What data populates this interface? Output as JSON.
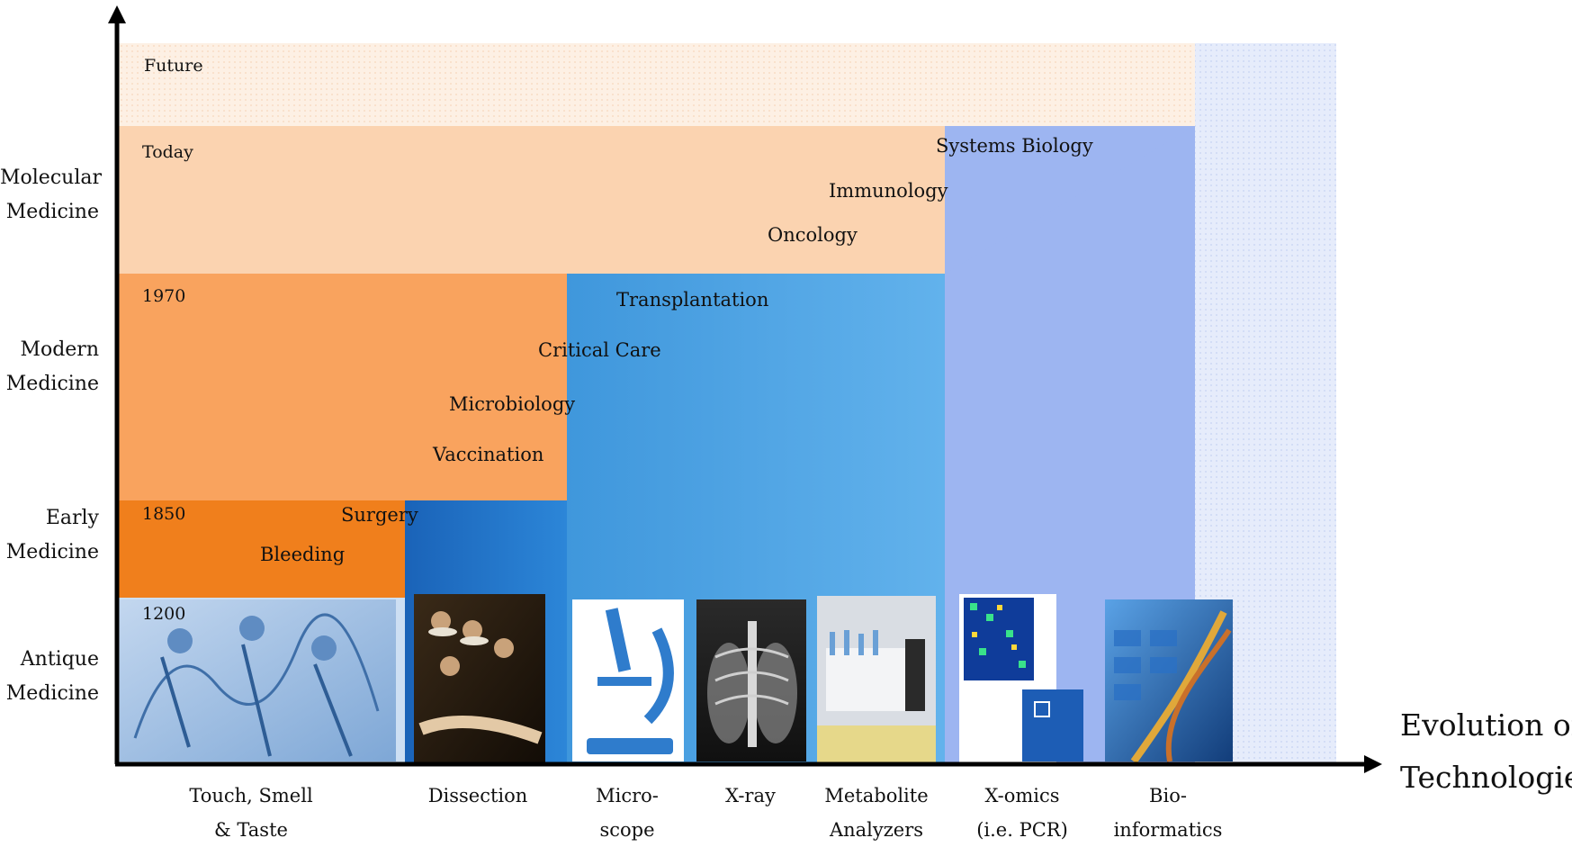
{
  "colors": {
    "future_band": "#fdeee1",
    "today_band": "#fbd3b0",
    "modern_band": "#f9a35e",
    "early_band": "#f07f1c",
    "antique_band": "#cddff3",
    "blue_dark": "#1e73c9",
    "blue_mid": "#4ea5e6",
    "blue_light": "#9db5f1",
    "blue_pale": "#dfe6fa",
    "axis": "#000000"
  },
  "eras": [
    {
      "line1": "Molecular",
      "line2": "Medicine"
    },
    {
      "line1": "Modern",
      "line2": "Medicine"
    },
    {
      "line1": "Early",
      "line2": "Medicine"
    },
    {
      "line1": "Antique",
      "line2": "Medicine"
    }
  ],
  "years": [
    "Future",
    "Today",
    "1970",
    "1850",
    "1200"
  ],
  "disciplines": [
    "Systems Biology",
    "Immunology",
    "Oncology",
    "Transplantation",
    "Critical Care",
    "Microbiology",
    "Vaccination",
    "Surgery",
    "Bleeding"
  ],
  "technologies": [
    {
      "line1": "Touch, Smell",
      "line2": "& Taste",
      "icon": "engraving-image"
    },
    {
      "line1": "Dissection",
      "line2": "",
      "icon": "anatomy-lesson-painting-image"
    },
    {
      "line1": "Micro-",
      "line2": "scope",
      "icon": "microscope-image"
    },
    {
      "line1": "X-ray",
      "line2": "",
      "icon": "chest-xray-image"
    },
    {
      "line1": "Metabolite",
      "line2": "Analyzers",
      "icon": "lab-analyzer-image"
    },
    {
      "line1": "X-omics",
      "line2": "(i.e. PCR)",
      "icon": "microarray-image"
    },
    {
      "line1": "Bio-",
      "line2": "informatics",
      "icon": "dna-keyboard-image"
    }
  ],
  "x_axis_title": {
    "line1": "Evolution of",
    "line2": "Technologies"
  }
}
